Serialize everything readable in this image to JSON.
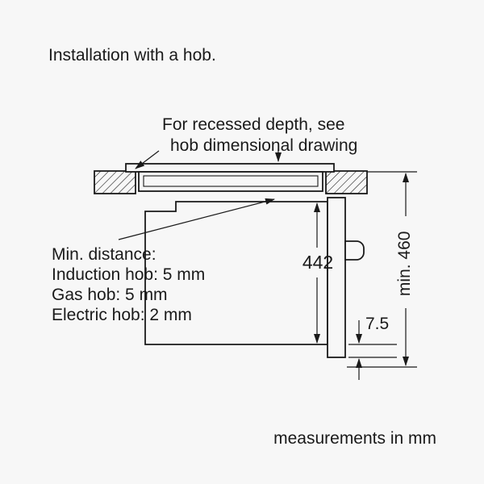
{
  "title": "Installation with a hob.",
  "annotation": {
    "line1": "For recessed depth, see",
    "line2": "hob dimensional drawing"
  },
  "min_distance": {
    "heading": "Min. distance:",
    "induction": "Induction hob: 5 mm",
    "gas": "Gas hob: 5 mm",
    "electric": "Electric hob: 2 mm"
  },
  "dimensions": {
    "oven_height_mm": "442",
    "niche_height_mm": "min. 460",
    "front_overhang_mm": "7.5"
  },
  "footer": "measurements in mm",
  "colors": {
    "background": "#f7f7f7",
    "line": "#1a1a1a",
    "text": "#1a1a1a"
  }
}
